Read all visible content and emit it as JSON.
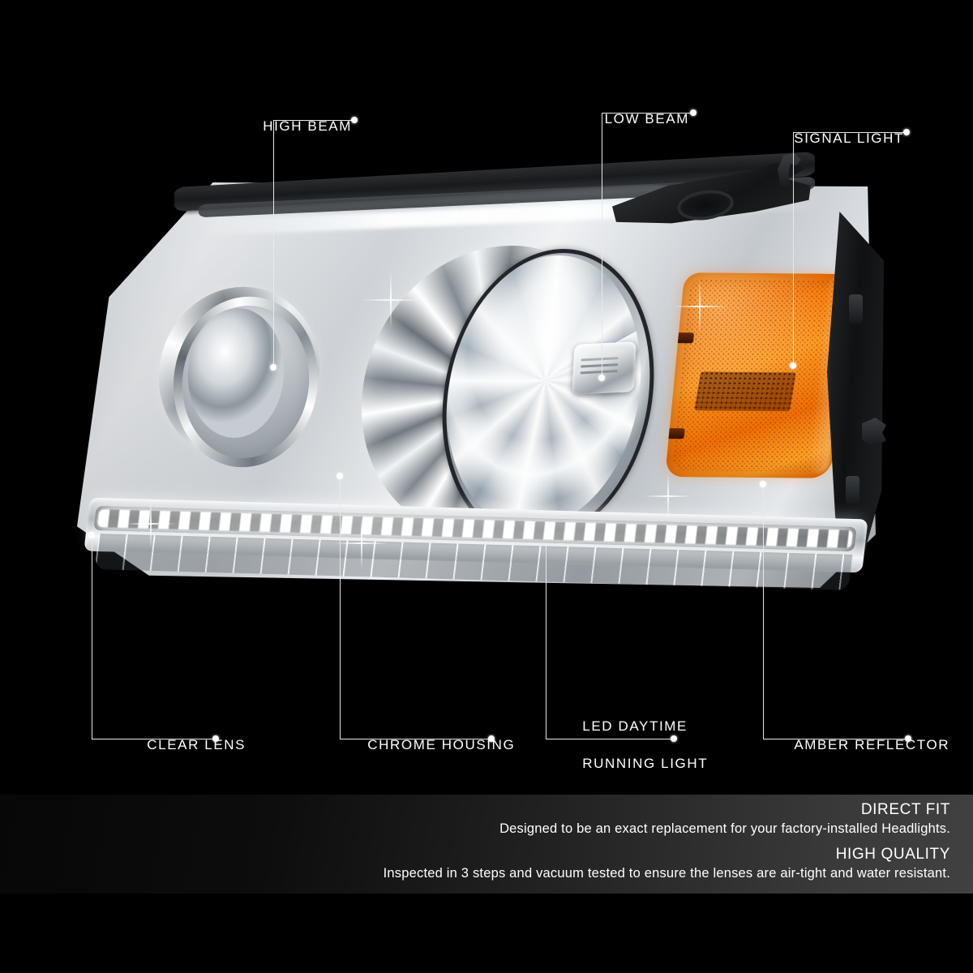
{
  "product": {
    "type": "headlight-assembly",
    "description": "Chrome housing clear lens headlight with LED daytime running light and amber reflector"
  },
  "callouts": [
    {
      "id": "high-beam",
      "label": "HIGH BEAM"
    },
    {
      "id": "low-beam",
      "label": "LOW BEAM"
    },
    {
      "id": "signal-light",
      "label": "SIGNAL LIGHT"
    },
    {
      "id": "clear-lens",
      "label": "CLEAR LENS"
    },
    {
      "id": "chrome-housing",
      "label": "CHROME HOUSING"
    },
    {
      "id": "led-drl-line1",
      "label": "LED DAYTIME"
    },
    {
      "id": "led-drl-line2",
      "label": "RUNNING LIGHT"
    },
    {
      "id": "amber-reflector",
      "label": "AMBER REFLECTOR"
    }
  ],
  "footer": {
    "features": [
      {
        "heading": "DIRECT FIT",
        "body": "Designed to be an exact replacement for your factory-installed Headlights."
      },
      {
        "heading": "HIGH QUALITY",
        "body": "Inspected in 3 steps and vacuum tested to ensure the lenses are air-tight and water resistant."
      }
    ]
  },
  "colors": {
    "background": "#000000",
    "text": "#ffffff",
    "leader_line": "#e8e8e8",
    "amber": "#ff8c10",
    "chrome_light": "#f2f4f6",
    "chrome_dark": "#6f777e",
    "housing_dark": "#1a1c1e"
  }
}
